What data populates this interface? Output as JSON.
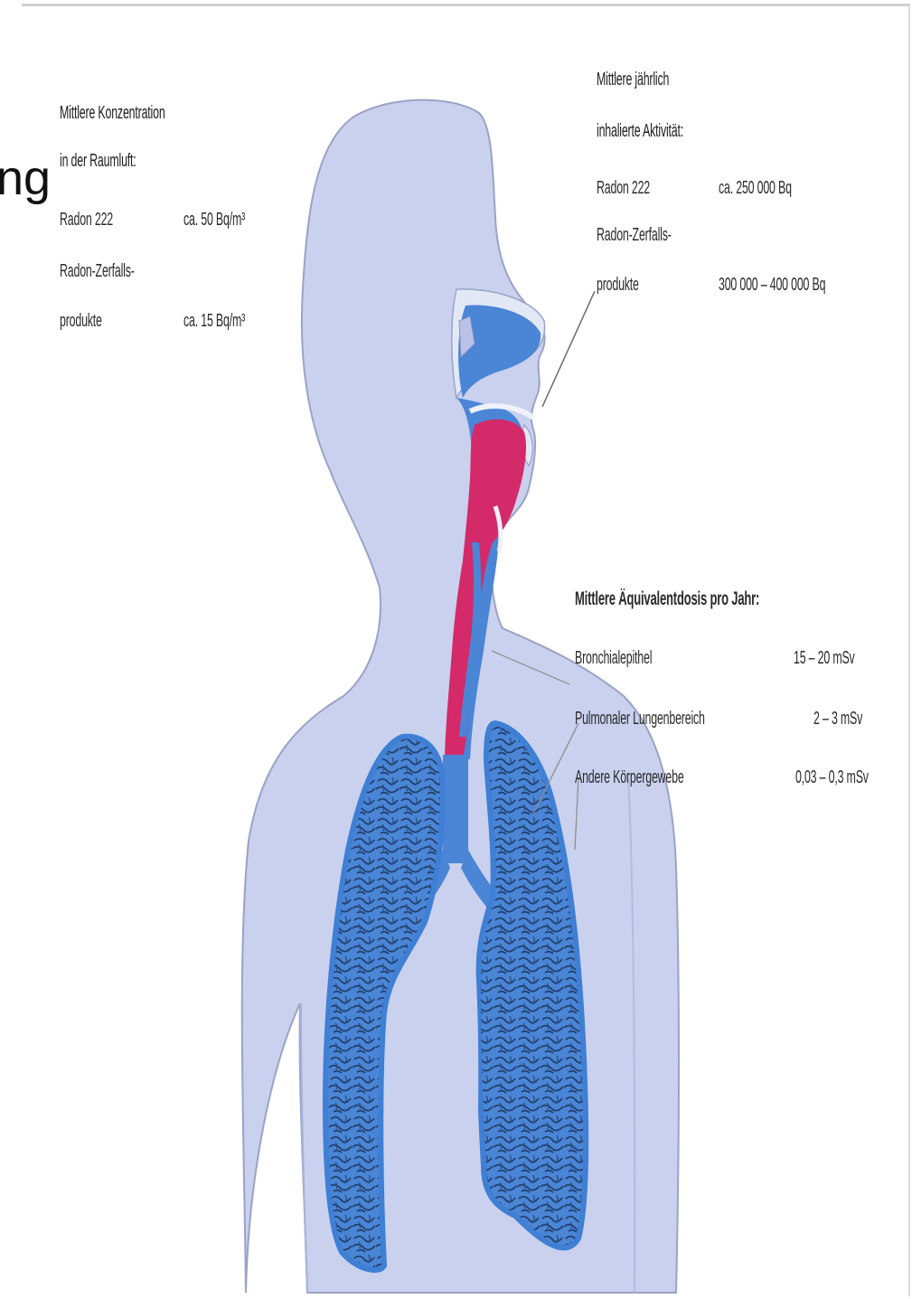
{
  "stray_text": "ng",
  "left_block": {
    "heading_line1": "Mittlere Konzentration",
    "heading_line2": "in der Raumluft:",
    "row1_name": "Radon 222",
    "row1_value": "ca. 50 Bq/m³",
    "row2_name_line1": "Radon-Zerfalls-",
    "row2_name_line2": "produkte",
    "row2_value": "ca. 15 Bq/m³"
  },
  "top_right_block": {
    "heading_line1": "Mittlere jährlich",
    "heading_line2": "inhalierte Aktivität:",
    "row1_name": "Radon 222",
    "row1_value": "ca. 250 000 Bq",
    "row2_name_line1": "Radon-Zerfalls-",
    "row2_name_line2": "produkte",
    "row2_value": "300 000 – 400 000 Bq"
  },
  "dose_block": {
    "heading": "Mittlere Äquivalentdosis pro Jahr:",
    "rows": [
      {
        "name": "Bronchialepithel",
        "value": "15 – 20 mSv"
      },
      {
        "name": "Pulmonaler Lungenbereich",
        "value": "2 – 3 mSv"
      },
      {
        "name": "Andere Körpergewebe",
        "value": "0,03 – 0,3 mSv"
      }
    ]
  },
  "colors": {
    "body_fill": "#c9d1ee",
    "body_outline": "#9aa3c6",
    "airway_blue": "#3f7fd4",
    "lung_texture": "#1f3f6e",
    "throat_red": "#d42a6a",
    "label_text": "#2b2b2b"
  }
}
